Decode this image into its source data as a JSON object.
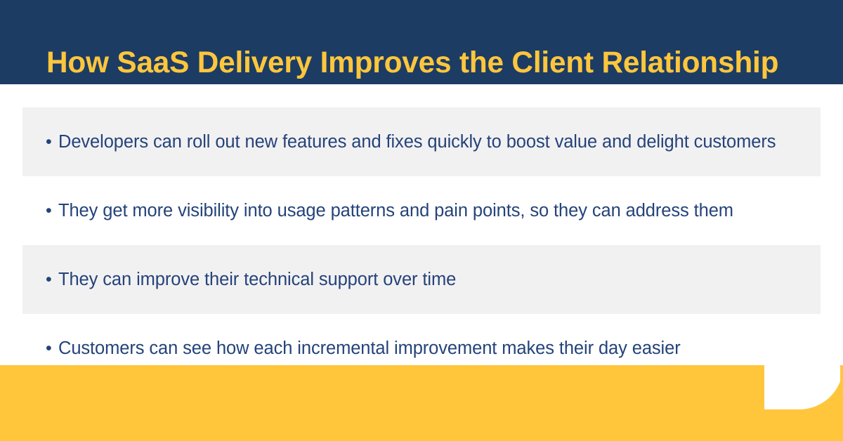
{
  "header": {
    "title": "How SaaS Delivery Improves the Client Relationship",
    "background_color": "#1c3c64",
    "title_color": "#ffc63c"
  },
  "body": {
    "background_color": "#ffffff",
    "text_color": "#24437a",
    "stripe_color": "#f2f1f2",
    "bullet_glyph": "•",
    "items": [
      {
        "marker": "•",
        "text": "Developers can roll out new features and fixes quickly to boost value and delight customers",
        "striped": true
      },
      {
        "marker": "•",
        "text": "They get more visibility into usage patterns and pain points, so they can address them",
        "striped": false
      },
      {
        "marker": "•",
        "text": "They can improve their technical support over time",
        "striped": true
      },
      {
        "marker": "•",
        "text": "Customers can see how each incremental improvement makes their day easier",
        "striped": false
      }
    ]
  },
  "footer": {
    "accent_color": "#ffc63c"
  }
}
